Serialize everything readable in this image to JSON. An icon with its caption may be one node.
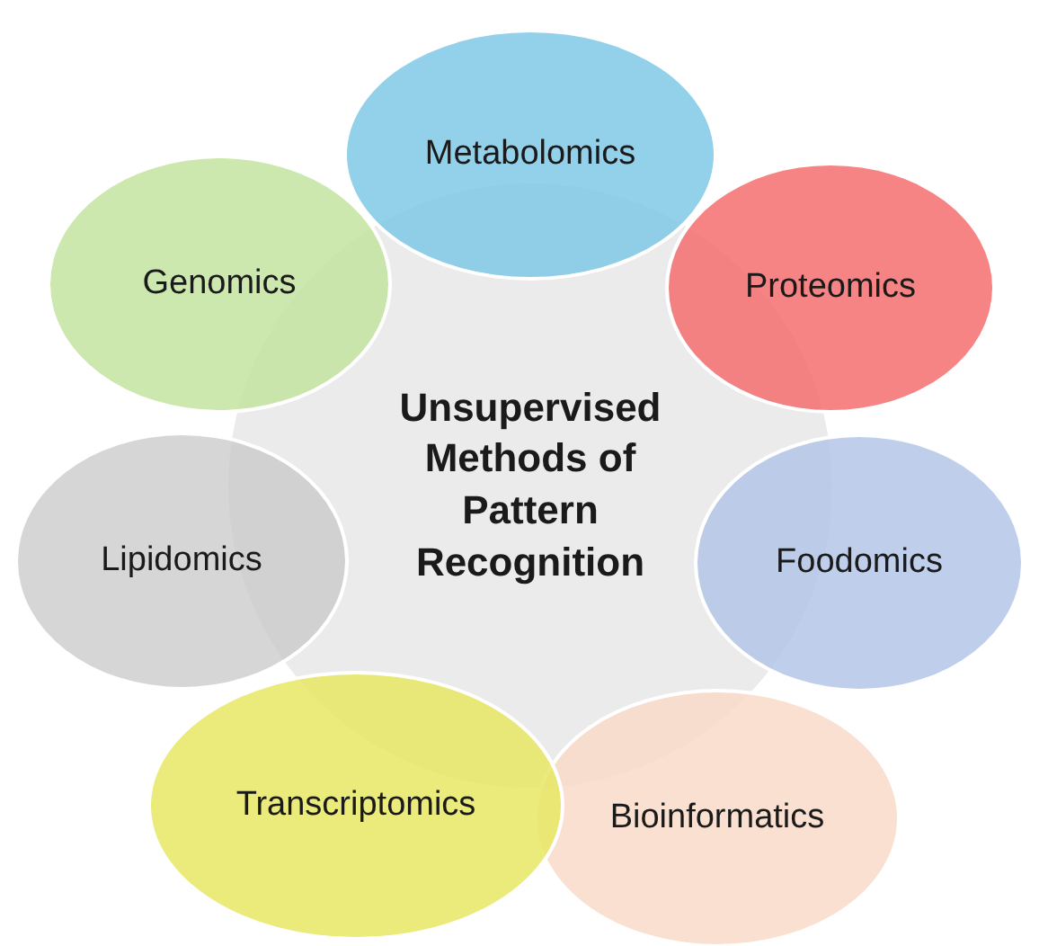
{
  "diagram": {
    "nodes": [
      {
        "text": [
          "Unsupervised Methods of Pattern Recognition"
        ]
      },
      {
        "text": [
          "Metabolomics"
        ]
      },
      {
        "text": [
          "Proteomics"
        ]
      },
      {
        "text": [
          "Foodomics"
        ]
      },
      {
        "text": [
          "Bioinformatics"
        ]
      },
      {
        "text": [
          "Transcriptomics"
        ]
      },
      {
        "text": [
          "Lipidomics"
        ]
      },
      {
        "text": [
          "Genomics"
        ]
      }
    ]
  }
}
